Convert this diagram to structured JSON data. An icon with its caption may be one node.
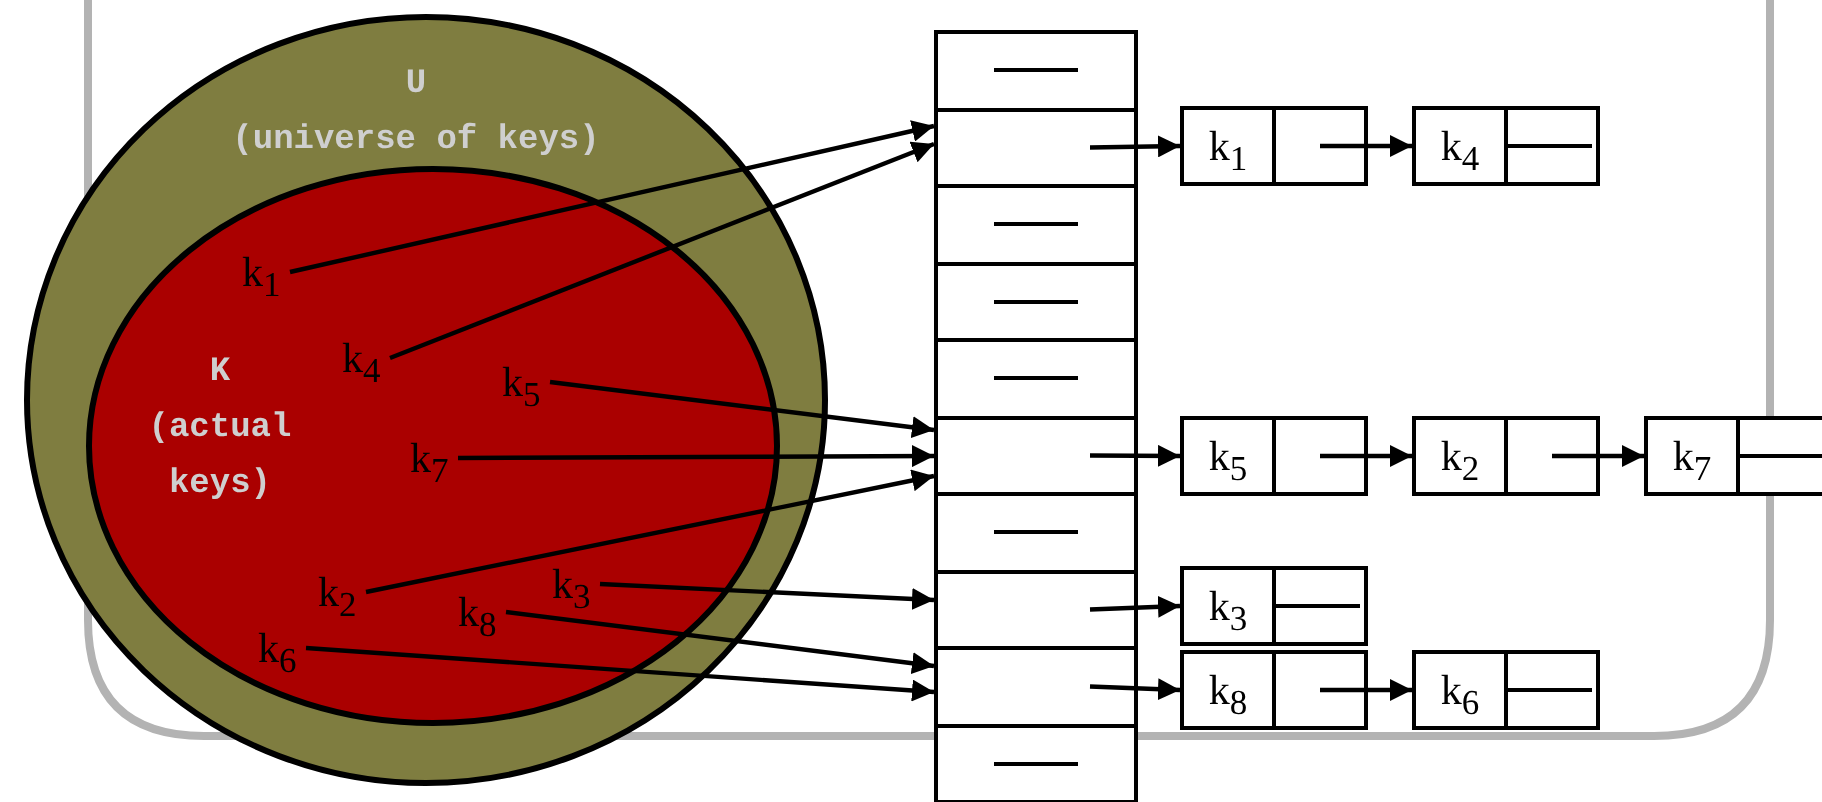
{
  "diagram": {
    "nodes": [
      {
        "text": [
          "U",
          "(universe of keys)"
        ]
      },
      {
        "text": [
          "K",
          "(actual keys)"
        ],
        "in": 0
      },
      {
        "text": [
          "k$_{1}$"
        ],
        "in": 1
      },
      {
        "text": [
          "k$_{4}$"
        ],
        "in": 1
      },
      {
        "text": [
          "k$_{5}$"
        ],
        "in": 1
      },
      {
        "text": [
          "k$_{7}$"
        ],
        "in": 1
      },
      {
        "text": [
          "k$_{2}$"
        ],
        "in": 1
      },
      {
        "text": [
          "k$_{3}$"
        ],
        "in": 1
      },
      {
        "text": [
          "k$_{8}$"
        ],
        "in": 1
      },
      {
        "text": [
          "k$_{6}$"
        ],
        "in": 1
      },
      {
        "text": [],
        "shape": "box"
      },
      {
        "text": [],
        "shape": "box"
      },
      {
        "text": [],
        "shape": "box"
      },
      {
        "text": [],
        "shape": "box"
      },
      {
        "text": [],
        "shape": "box"
      },
      {
        "text": [],
        "shape": "box"
      },
      {
        "text": [],
        "shape": "box"
      },
      {
        "text": [],
        "shape": "box"
      },
      {
        "text": [],
        "shape": "box"
      },
      {
        "text": [],
        "shape": "box"
      },
      {
        "text": [
          "k$_{1}$"
        ]
      },
      {
        "text": [
          "k$_{4}$"
        ]
      },
      {
        "text": [
          "k$_{5}$"
        ]
      },
      {
        "text": [
          "k$_{2}$"
        ]
      },
      {
        "text": [
          "k$_{7}$"
        ]
      },
      {
        "text": [
          "k$_{3}$"
        ]
      },
      {
        "text": [
          "k$_{8}$"
        ]
      },
      {
        "text": [
          "k$_{6}$"
        ]
      }
    ],
    "edges": [
      {
        "from": 2,
        "to": 11,
        "arrow": "to"
      },
      {
        "from": 3,
        "to": 11,
        "arrow": "to"
      },
      {
        "from": 4,
        "to": 15,
        "arrow": "to"
      },
      {
        "from": 5,
        "to": 15,
        "arrow": "to"
      },
      {
        "from": 6,
        "to": 15,
        "arrow": "to"
      },
      {
        "from": 7,
        "to": 17,
        "arrow": "to"
      },
      {
        "from": 8,
        "to": 18,
        "arrow": "to"
      },
      {
        "from": 9,
        "to": 18,
        "arrow": "to"
      },
      {
        "from": 11,
        "to": 20,
        "arrow": "to"
      },
      {
        "from": 15,
        "to": 22,
        "arrow": "to"
      },
      {
        "from": 17,
        "to": 25,
        "arrow": "to"
      },
      {
        "from": 18,
        "to": 26,
        "arrow": "to"
      },
      {
        "from": 20,
        "to": 21,
        "arrow": "to"
      },
      {
        "from": 22,
        "to": 23,
        "arrow": "to"
      },
      {
        "from": 23,
        "to": 24,
        "arrow": "to"
      },
      {
        "from": 26,
        "to": 27,
        "arrow": "to"
      }
    ]
  }
}
